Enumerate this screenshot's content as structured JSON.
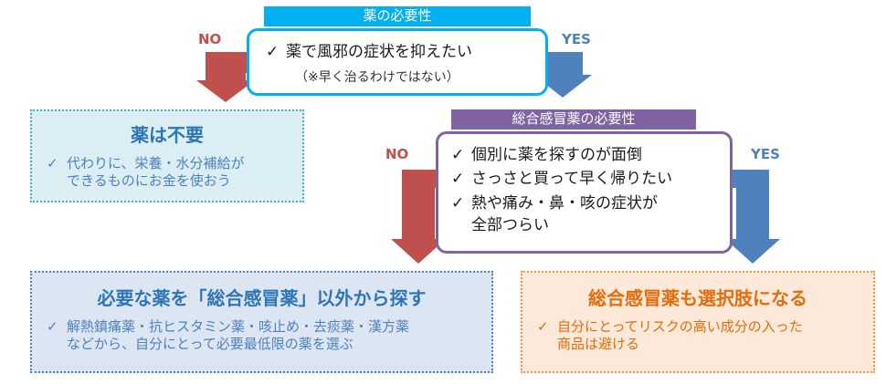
{
  "colors": {
    "no": "#c0504d",
    "yes": "#4f81bd",
    "cyan": "#00b0f0",
    "purple": "#8064a2",
    "orange": "#f79646"
  },
  "top": {
    "header": "薬の必要性",
    "items": [
      {
        "check": "✓",
        "text": "薬で風邪の症状を抑えたい"
      }
    ],
    "note": "（※早く治るわけではない）"
  },
  "labels": {
    "no1": "NO",
    "yes1": "YES",
    "no2": "NO",
    "yes2": "YES"
  },
  "left": {
    "title": "薬は不要",
    "items": [
      {
        "check": "✓",
        "lines": [
          "代わりに、栄養・水分補給が",
          "できるものにお金を使おう"
        ]
      }
    ]
  },
  "middle": {
    "header": "総合感冒薬の必要性",
    "items": [
      {
        "check": "✓",
        "lines": [
          "個別に薬を探すのが面倒"
        ]
      },
      {
        "check": "✓",
        "lines": [
          "さっさと買って早く帰りたい"
        ]
      },
      {
        "check": "✓",
        "lines": [
          "熱や痛み・鼻・咳の症状が",
          "全部つらい"
        ]
      }
    ]
  },
  "bottom_left": {
    "title": "必要な薬を「総合感冒薬」以外から探す",
    "items": [
      {
        "check": "✓",
        "lines": [
          "解熱鎮痛薬・抗ヒスタミン薬・咳止め・去痰薬・漢方薬",
          "などから、自分にとって必要最低限の薬を選ぶ"
        ]
      }
    ]
  },
  "bottom_right": {
    "title": "総合感冒薬も選択肢になる",
    "items": [
      {
        "check": "✓",
        "lines": [
          "自分にとってリスクの高い成分の入った",
          "商品は避ける"
        ]
      }
    ]
  }
}
